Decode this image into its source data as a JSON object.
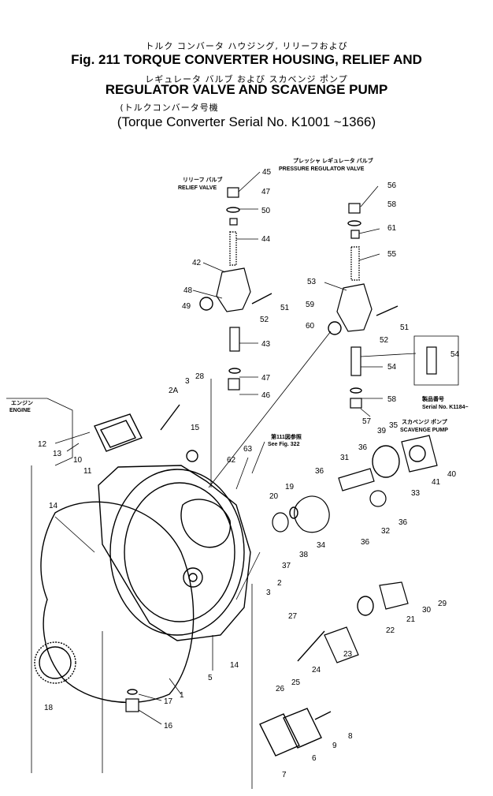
{
  "header": {
    "line1_jp": "トルク コンバータ ハウジング, リリーフおよび",
    "line2_en": "Fig. 211 TORQUE CONVERTER HOUSING, RELIEF AND",
    "line3_jp": "レギュレータ バルブ および スカベンジ ポンプ",
    "line4_en": "REGULATOR VALVE AND SCAVENGE PUMP",
    "line5_jp": "(トルクコンバータ号機",
    "line6_en": "(Torque Converter Serial No. K1001 ~1366)"
  },
  "labels": {
    "relief_jp": "リリーフ バルブ",
    "relief_en": "RELIEF VALVE",
    "pressure_jp": "プレッシャ レギュレータ バルブ",
    "pressure_en": "PRESSURE REGULATOR VALVE",
    "engine_jp": "エンジン",
    "engine_en": "ENGINE",
    "seefig_jp": "第111図参照",
    "seefig_en": "See Fig. 322",
    "serial_jp": "製品番号",
    "serial_en": "Serial No. K1184~",
    "scavenge_jp": "スカベンジ ポンプ",
    "scavenge_en": "SCAVENGE PUMP"
  },
  "parts": [
    {
      "id": "45",
      "n": "45"
    },
    {
      "id": "47a",
      "n": "47"
    },
    {
      "id": "50",
      "n": "50"
    },
    {
      "id": "44",
      "n": "44"
    },
    {
      "id": "42",
      "n": "42"
    },
    {
      "id": "48",
      "n": "48"
    },
    {
      "id": "49",
      "n": "49"
    },
    {
      "id": "51a",
      "n": "51"
    },
    {
      "id": "52a",
      "n": "52"
    },
    {
      "id": "43",
      "n": "43"
    },
    {
      "id": "47b",
      "n": "47"
    },
    {
      "id": "46",
      "n": "46"
    },
    {
      "id": "56",
      "n": "56"
    },
    {
      "id": "58a",
      "n": "58"
    },
    {
      "id": "61",
      "n": "61"
    },
    {
      "id": "55",
      "n": "55"
    },
    {
      "id": "53",
      "n": "53"
    },
    {
      "id": "59",
      "n": "59"
    },
    {
      "id": "51b",
      "n": "51"
    },
    {
      "id": "60",
      "n": "60"
    },
    {
      "id": "52b",
      "n": "52"
    },
    {
      "id": "54a",
      "n": "54"
    },
    {
      "id": "54b",
      "n": "54"
    },
    {
      "id": "58b",
      "n": "58"
    },
    {
      "id": "57",
      "n": "57"
    },
    {
      "id": "3a",
      "n": "3"
    },
    {
      "id": "28",
      "n": "28"
    },
    {
      "id": "2A",
      "n": "2A"
    },
    {
      "id": "15",
      "n": "15"
    },
    {
      "id": "12",
      "n": "12"
    },
    {
      "id": "13",
      "n": "13"
    },
    {
      "id": "10",
      "n": "10"
    },
    {
      "id": "11",
      "n": "11"
    },
    {
      "id": "14a",
      "n": "14"
    },
    {
      "id": "62",
      "n": "62"
    },
    {
      "id": "63",
      "n": "63"
    },
    {
      "id": "39",
      "n": "39"
    },
    {
      "id": "35",
      "n": "35"
    },
    {
      "id": "31",
      "n": "31"
    },
    {
      "id": "36a",
      "n": "36"
    },
    {
      "id": "36b",
      "n": "36"
    },
    {
      "id": "19",
      "n": "19"
    },
    {
      "id": "20",
      "n": "20"
    },
    {
      "id": "41",
      "n": "41"
    },
    {
      "id": "40",
      "n": "40"
    },
    {
      "id": "33",
      "n": "33"
    },
    {
      "id": "32",
      "n": "32"
    },
    {
      "id": "36c",
      "n": "36"
    },
    {
      "id": "36d",
      "n": "36"
    },
    {
      "id": "34",
      "n": "34"
    },
    {
      "id": "38",
      "n": "38"
    },
    {
      "id": "37",
      "n": "37"
    },
    {
      "id": "2b",
      "n": "2"
    },
    {
      "id": "3b",
      "n": "3"
    },
    {
      "id": "29",
      "n": "29"
    },
    {
      "id": "30",
      "n": "30"
    },
    {
      "id": "21",
      "n": "21"
    },
    {
      "id": "22",
      "n": "22"
    },
    {
      "id": "27",
      "n": "27"
    },
    {
      "id": "23",
      "n": "23"
    },
    {
      "id": "24",
      "n": "24"
    },
    {
      "id": "25",
      "n": "25"
    },
    {
      "id": "26",
      "n": "26"
    },
    {
      "id": "5",
      "n": "5"
    },
    {
      "id": "14b",
      "n": "14"
    },
    {
      "id": "18",
      "n": "18"
    },
    {
      "id": "17",
      "n": "17"
    },
    {
      "id": "1",
      "n": "1"
    },
    {
      "id": "16",
      "n": "16"
    },
    {
      "id": "8",
      "n": "8"
    },
    {
      "id": "9",
      "n": "9"
    },
    {
      "id": "6",
      "n": "6"
    },
    {
      "id": "7",
      "n": "7"
    }
  ]
}
